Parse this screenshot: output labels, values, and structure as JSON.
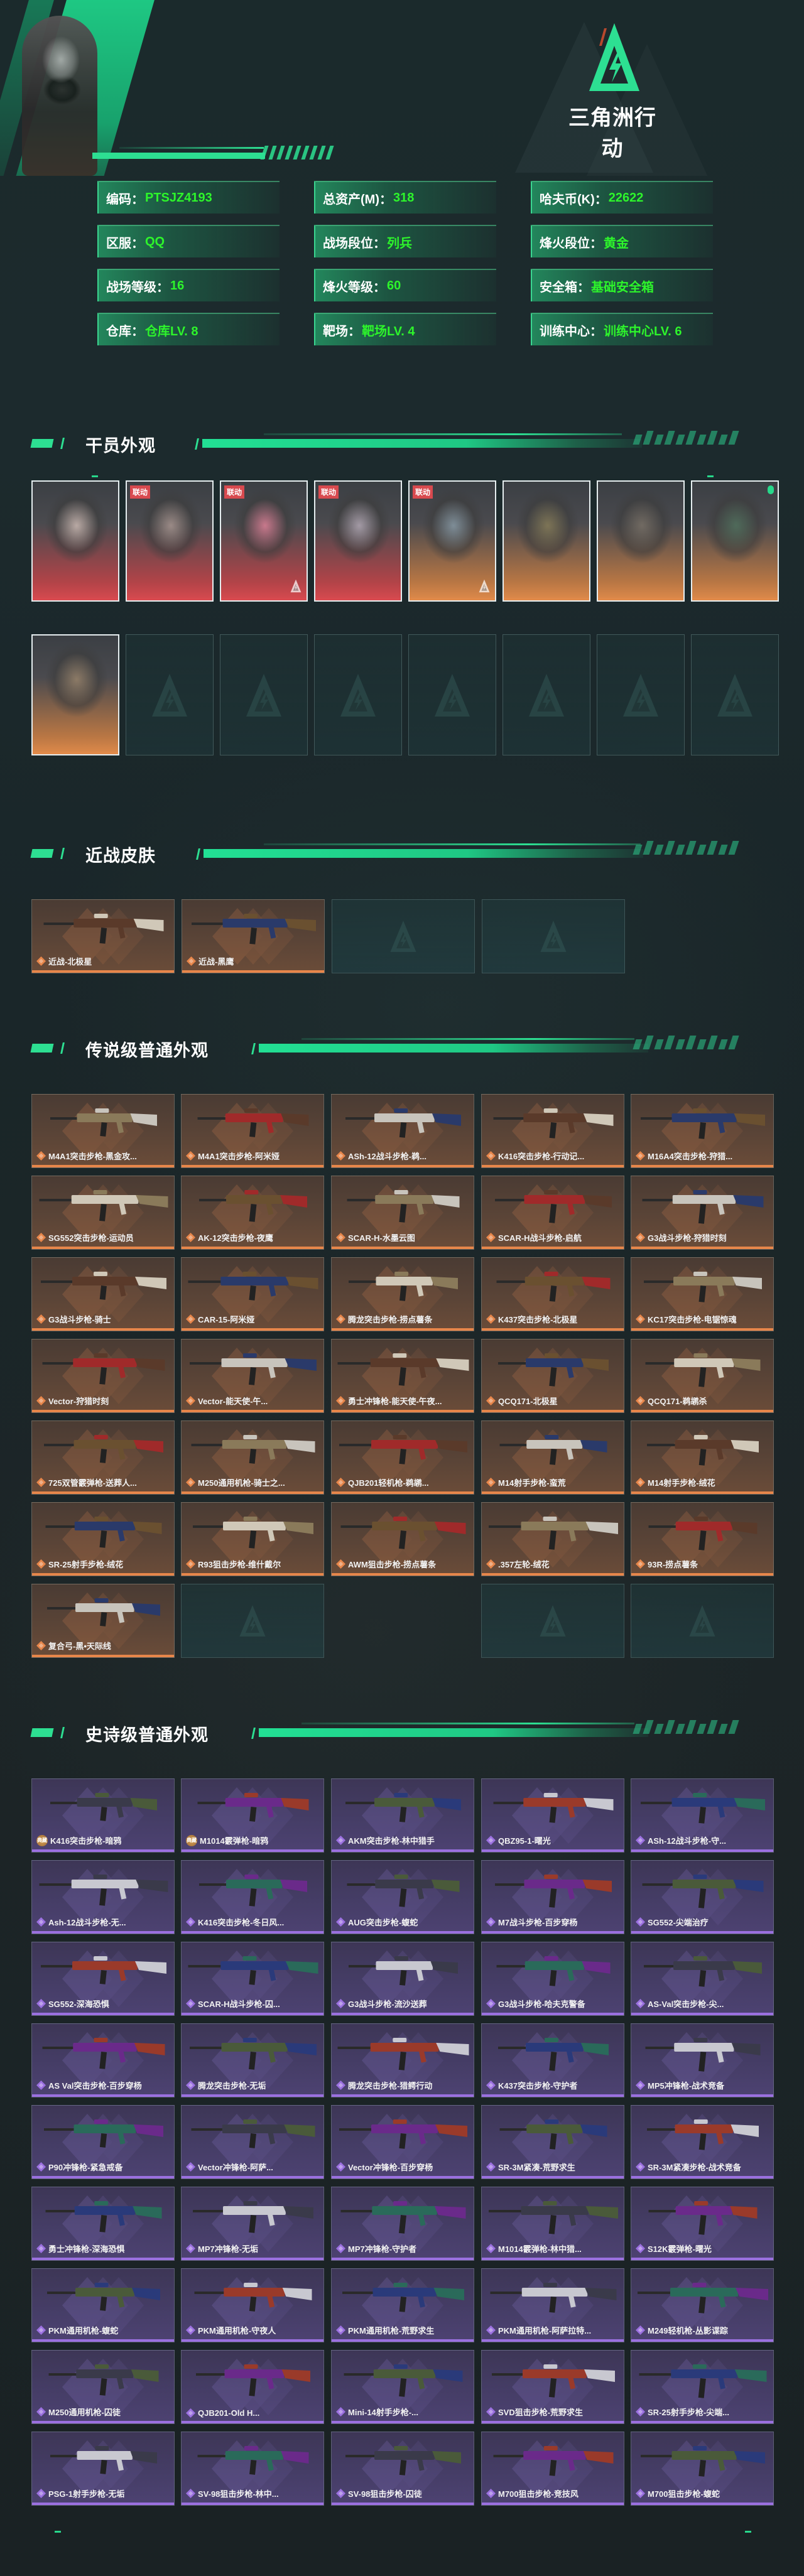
{
  "header": {
    "game_title": "三角洲行动",
    "accent_color": "#2ddf92"
  },
  "profile": {
    "rows": [
      [
        {
          "label": "编码：",
          "value": "PTSJZ4193"
        },
        {
          "label": "总资产(M)：",
          "value": "318"
        },
        {
          "label": "哈夫币(K)：",
          "value": "22622"
        }
      ],
      [
        {
          "label": "区服：",
          "value": "QQ"
        },
        {
          "label": "战场段位：",
          "value": "列兵"
        },
        {
          "label": "烽火段位：",
          "value": "黄金"
        }
      ],
      [
        {
          "label": "战场等级：",
          "value": "16"
        },
        {
          "label": "烽火等级：",
          "value": "60"
        },
        {
          "label": "安全箱：",
          "value": "基础安全箱"
        }
      ],
      [
        {
          "label": "仓库：",
          "value": "仓库LV. 8"
        },
        {
          "label": "靶场：",
          "value": "靶场LV. 4"
        },
        {
          "label": "训练中心：",
          "value": "训练中心LV. 6"
        }
      ]
    ],
    "value_color": "#2df52b"
  },
  "sections": {
    "agents": {
      "title": "干员外观",
      "badge_text": "联动",
      "cards": [
        {
          "badge": false,
          "tone": "red",
          "filled": true
        },
        {
          "badge": true,
          "tone": "red",
          "filled": true
        },
        {
          "badge": true,
          "tone": "red",
          "filled": true
        },
        {
          "badge": true,
          "tone": "red",
          "filled": true
        },
        {
          "badge": true,
          "tone": "orange",
          "filled": true
        },
        {
          "badge": false,
          "tone": "orange",
          "filled": true
        },
        {
          "badge": false,
          "tone": "orange",
          "filled": true
        },
        {
          "badge": false,
          "tone": "orange",
          "filled": true,
          "dot": true
        },
        {
          "badge": false,
          "tone": "orange",
          "filled": true
        }
      ],
      "total_slots": 16
    },
    "melee": {
      "title": "近战皮肤",
      "items": [
        "近战-北极星",
        "近战-黑鹰"
      ],
      "total_slots": 4
    },
    "legendary": {
      "title": "传说级普通外观",
      "items": [
        "M4A1突击步枪-黑金攻...",
        "M4A1突击步枪-阿米娅",
        "ASh-12战斗步枪-鹈...",
        "K416突击步枪-行动记...",
        "M16A4突击步枪-狩猎...",
        "SG552突击步枪-运动员",
        "AK-12突击步枪-夜鹰",
        "SCAR-H-水墨云图",
        "SCAR-H战斗步枪-启航",
        "G3战斗步枪-狩猎时刻",
        "G3战斗步枪-骑士",
        "CAR-15-阿米娅",
        "腾龙突击步枪-捞点薯条",
        "K437突击步枪-北极星",
        "KC17突击步枪-电锯惊魂",
        "Vector-狩猎时刻",
        "Vector-能天使-午...",
        "勇士冲锋枪-能天使-午夜...",
        "QCQ171-北极星",
        "QCQ171-鹈鹕杀",
        "725双管霰弹枪-送葬人...",
        "M250通用机枪-骑士之...",
        "QJB201轻机枪-鹈鹕...",
        "M14射手步枪-蛮荒",
        "M14射手步枪-绒花",
        "SR-25射手步枪-绒花",
        "R93狙击步枪-维什戴尔",
        "AWM狙击步枪-捞点薯条",
        ".357左轮-绒花",
        "93R-捞点薯条",
        "复合弓-黑•天际线"
      ],
      "empty_slots_last_row": [
        1,
        3,
        4
      ]
    },
    "epic": {
      "title": "史诗级普通外观",
      "collector_badge": "典藏",
      "items": [
        {
          "name": "K416突击步枪-暗鸦",
          "collector": true
        },
        {
          "name": "M1014霰弹枪-暗鸦",
          "collector": true
        },
        {
          "name": "AKM突击步枪-林中猎手"
        },
        {
          "name": "QBZ95-1-曙光"
        },
        {
          "name": "ASh-12战斗步枪-守..."
        },
        {
          "name": "Ash-12战斗步枪-无..."
        },
        {
          "name": "K416突击步枪-冬日风..."
        },
        {
          "name": "AUG突击步枪-蝮蛇"
        },
        {
          "name": "M7战斗步枪-百步穿杨"
        },
        {
          "name": "SG552-尖端治疗"
        },
        {
          "name": "SG552-深海恐惧"
        },
        {
          "name": "SCAR-H战斗步枪-囚..."
        },
        {
          "name": "G3战斗步枪-流沙送葬"
        },
        {
          "name": "G3战斗步枪-哈夫克警备"
        },
        {
          "name": "AS-Val突击步枪-尖..."
        },
        {
          "name": "AS Val突击步枪-百步穿杨"
        },
        {
          "name": "腾龙突击步枪-无垢"
        },
        {
          "name": "腾龙突击步枪-猎鳄行动"
        },
        {
          "name": "K437突击步枪-守护者"
        },
        {
          "name": "MP5冲锋枪-战术竞备"
        },
        {
          "name": "P90冲锋枪-紧急戒备"
        },
        {
          "name": "Vector冲锋枪-阿萨..."
        },
        {
          "name": "Vector冲锋枪-百步穿杨"
        },
        {
          "name": "SR-3M紧凑-荒野求生"
        },
        {
          "name": "SR-3M紧凑步枪-战术竞备"
        },
        {
          "name": "勇士冲锋枪-深海恐惧"
        },
        {
          "name": "MP7冲锋枪-无垢"
        },
        {
          "name": "MP7冲锋枪-守护者"
        },
        {
          "name": "M1014霰弹枪-林中猎..."
        },
        {
          "name": "S12K霰弹枪-曙光"
        },
        {
          "name": "PKM通用机枪-蝮蛇"
        },
        {
          "name": "PKM通用机枪-守夜人"
        },
        {
          "name": "PKM通用机枪-荒野求生"
        },
        {
          "name": "PKM通用机枪-阿萨拉特..."
        },
        {
          "name": "M249轻机枪-丛影谍踪"
        },
        {
          "name": "M250通用机枪-囚徒"
        },
        {
          "name": "QJB201-Old H..."
        },
        {
          "name": "Mini-14射手步枪-..."
        },
        {
          "name": "SVD狙击步枪-荒野求生"
        },
        {
          "name": "SR-25射手步枪-尖端..."
        },
        {
          "name": "PSG-1射手步枪-无垢"
        },
        {
          "name": "SV-98狙击步枪-林中..."
        },
        {
          "name": "SV-98狙击步枪-囚徒"
        },
        {
          "name": "M700狙击步枪-竞技风"
        },
        {
          "name": "M700狙击步枪-蝮蛇"
        }
      ]
    }
  },
  "colors": {
    "legendary_strip": "#e7864a",
    "legendary_bg": "#5a4437",
    "epic_strip": "#9b70e0",
    "epic_bg": "#453d66",
    "agent_red": "#d84a4f",
    "agent_orange": "#e08a4a"
  }
}
